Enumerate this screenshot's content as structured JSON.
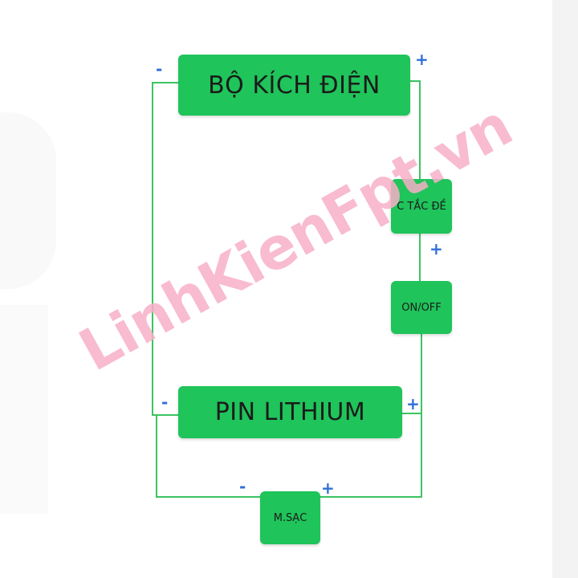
{
  "diagram": {
    "blocks": {
      "inverter": "BỘ KÍCH ĐIỆN",
      "socket": "C TẮC ĐỀ",
      "switch": "ON/OFF",
      "battery": "PIN LITHIUM",
      "charger": "M.SẠC"
    },
    "polarity": {
      "inverter_neg": "-",
      "inverter_pos": "+",
      "socket_pos": "+",
      "battery_neg": "-",
      "battery_pos": "+",
      "charger_neg": "-",
      "charger_pos": "+"
    },
    "wire_color": "#3cc461",
    "block_color": "#1fc45a",
    "polarity_color": "#2f6fd6"
  },
  "watermark": "LinhKienFpt.vn"
}
